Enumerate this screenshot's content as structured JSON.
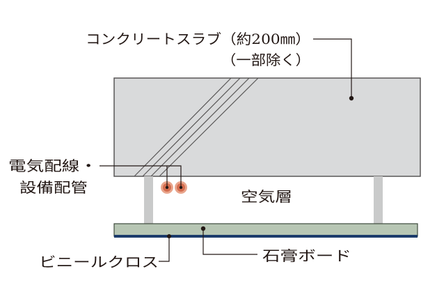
{
  "labels": {
    "slab_line1": "コンクリートスラブ（約200㎜）",
    "slab_line2": "（一部除く）",
    "wiring_line1": "電気配線・",
    "wiring_line2": "設備配管",
    "air_layer": "空気層",
    "vinyl_cloth": "ビニールクロス",
    "gypsum_board": "石膏ボード"
  },
  "colors": {
    "slab_fill": "#d9dadb",
    "slab_stroke": "#595757",
    "hatch": "#595757",
    "joist_fill": "#c9caca",
    "board_fill": "#b7c6b4",
    "board_stroke": "#3e4a3d",
    "cloth_line": "#1b3b6b",
    "pipe_fill": "#d36c4e",
    "pipe_ring": "#e9a58c",
    "leader": "#231815"
  }
}
